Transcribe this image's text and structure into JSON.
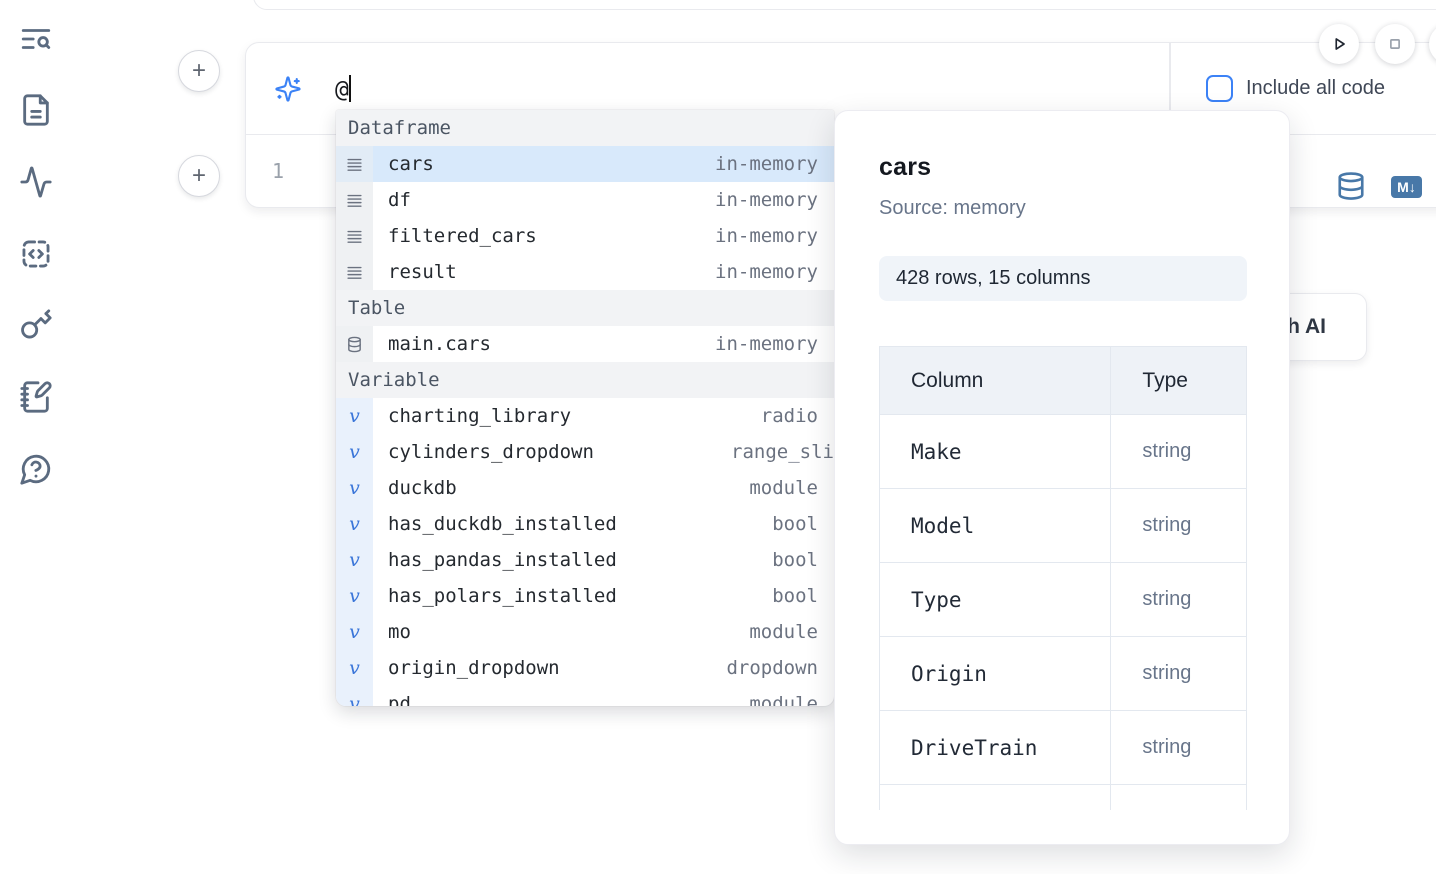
{
  "colors": {
    "accent_blue": "#3b82f6",
    "selection_blue": "#d8e9fb",
    "steel_icon_blue": "#4878a8",
    "sidebar_icon": "#5b6b80",
    "border": "#e9eaee",
    "detail_gray": "#6b7280"
  },
  "sidebar": {
    "icons": [
      "table-of-contents-search",
      "file",
      "activity",
      "code-snippets",
      "key",
      "scratchpad",
      "help"
    ]
  },
  "run_controls": {
    "play": "run-cell",
    "stop": "stop-kernel"
  },
  "ai_input": {
    "value": "@",
    "checkbox_label": "Include all code",
    "checkbox_checked": false
  },
  "code_cell": {
    "line_number": "1"
  },
  "gen_ai_button": {
    "label": "Generate with AI"
  },
  "autocomplete": {
    "sections": [
      {
        "label": "Dataframe",
        "kind": "df",
        "items": [
          {
            "name": "cars",
            "detail": "in-memory",
            "selected": true
          },
          {
            "name": "df",
            "detail": "in-memory"
          },
          {
            "name": "filtered_cars",
            "detail": "in-memory"
          },
          {
            "name": "result",
            "detail": "in-memory"
          }
        ]
      },
      {
        "label": "Table",
        "kind": "table",
        "items": [
          {
            "name": "main.cars",
            "detail": "in-memory"
          }
        ]
      },
      {
        "label": "Variable",
        "kind": "var",
        "items": [
          {
            "name": "charting_library",
            "detail": "radio"
          },
          {
            "name": "cylinders_dropdown",
            "detail": "range_sli",
            "detail_clipped": true
          },
          {
            "name": "duckdb",
            "detail": "module"
          },
          {
            "name": "has_duckdb_installed",
            "detail": "bool"
          },
          {
            "name": "has_pandas_installed",
            "detail": "bool"
          },
          {
            "name": "has_polars_installed",
            "detail": "bool"
          },
          {
            "name": "mo",
            "detail": "module"
          },
          {
            "name": "origin_dropdown",
            "detail": "dropdown"
          },
          {
            "name": "pd",
            "detail": "module",
            "partial": true
          }
        ]
      }
    ]
  },
  "preview_panel": {
    "title": "cars",
    "source": "Source: memory",
    "summary": "428 rows, 15 columns",
    "table": {
      "headers": [
        "Column",
        "Type"
      ],
      "rows": [
        [
          "Make",
          "string"
        ],
        [
          "Model",
          "string"
        ],
        [
          "Type",
          "string"
        ],
        [
          "Origin",
          "string"
        ],
        [
          "DriveTrain",
          "string"
        ]
      ]
    }
  }
}
